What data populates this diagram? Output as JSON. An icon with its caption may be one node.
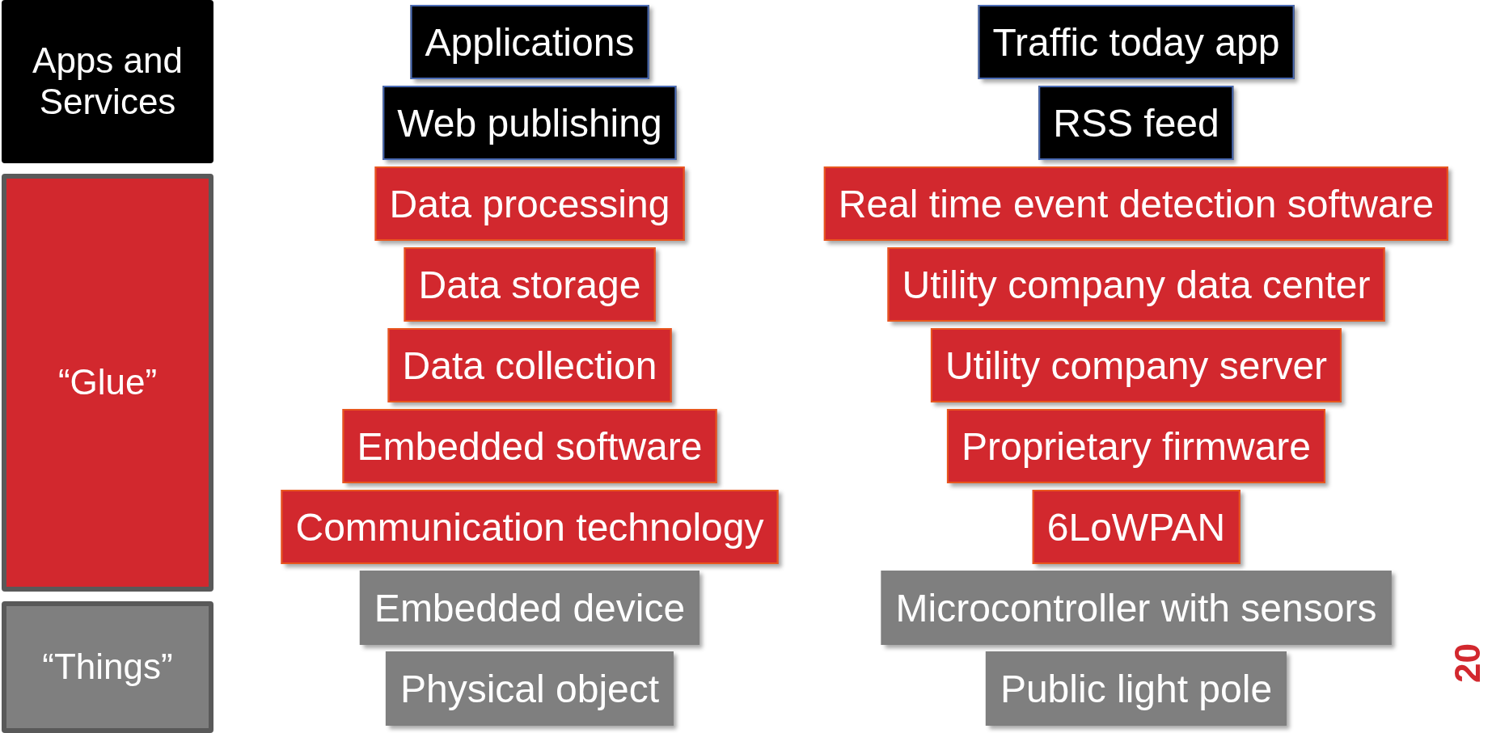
{
  "diagram": {
    "nodes": [
      {
        "text": [
          "Apps and Services"
        ]
      },
      {
        "text": [
          "“Glue”"
        ]
      },
      {
        "text": [
          "“Things”"
        ]
      },
      {
        "text": [
          "Applications"
        ]
      },
      {
        "text": [
          "Web publishing"
        ]
      },
      {
        "text": [
          "Data processing"
        ]
      },
      {
        "text": [
          "Data storage"
        ]
      },
      {
        "text": [
          "Data collection"
        ]
      },
      {
        "text": [
          "Embedded software"
        ]
      },
      {
        "text": [
          "Communication technology"
        ]
      },
      {
        "text": [
          "Embedded device"
        ]
      },
      {
        "text": [
          "Physical object"
        ]
      },
      {
        "text": [
          "Traffic today app"
        ]
      },
      {
        "text": [
          "RSS feed"
        ]
      },
      {
        "text": [
          "Real time event detection software"
        ]
      },
      {
        "text": [
          "Utility company data center"
        ]
      },
      {
        "text": [
          "Utility company server"
        ]
      },
      {
        "text": [
          "Proprietary firmware"
        ]
      },
      {
        "text": [
          "6LoWPAN"
        ]
      },
      {
        "text": [
          "Microcontroller with sensors"
        ]
      },
      {
        "text": [
          "Public light pole"
        ]
      }
    ],
    "edges": [],
    "labels": [
      "20"
    ]
  }
}
